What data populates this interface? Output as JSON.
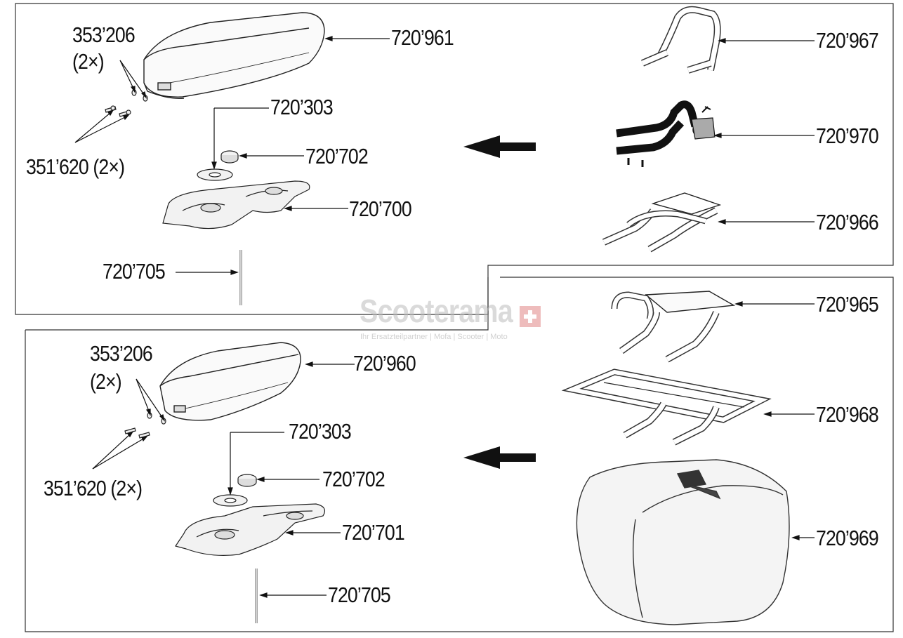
{
  "labels": {
    "top_seat": "720’961",
    "top_screw_washer": "353’206",
    "top_screw_washer_qty": "(2×)",
    "top_bolt": "351’620 (2×)",
    "top_ring": "720’303",
    "top_cap": "720’702",
    "top_base": "720’700",
    "top_pin": "720’705",
    "bottom_seat": "720’960",
    "bottom_screw_washer": "353’206",
    "bottom_screw_washer_qty": "(2×)",
    "bottom_bolt": "351’620 (2×)",
    "bottom_ring": "720’303",
    "bottom_cap": "720’702",
    "bottom_base": "720’701",
    "bottom_pin": "720’705",
    "handle_bar": "720’967",
    "black_rack": "720’970",
    "small_rack": "720’966",
    "carrier_rack": "720’965",
    "large_rack": "720’968",
    "top_case": "720’969"
  },
  "watermark": {
    "brand": "Scooterama",
    "tagline": "Ihr Ersatzteilpartner | Mofa | Scooter | Moto"
  }
}
